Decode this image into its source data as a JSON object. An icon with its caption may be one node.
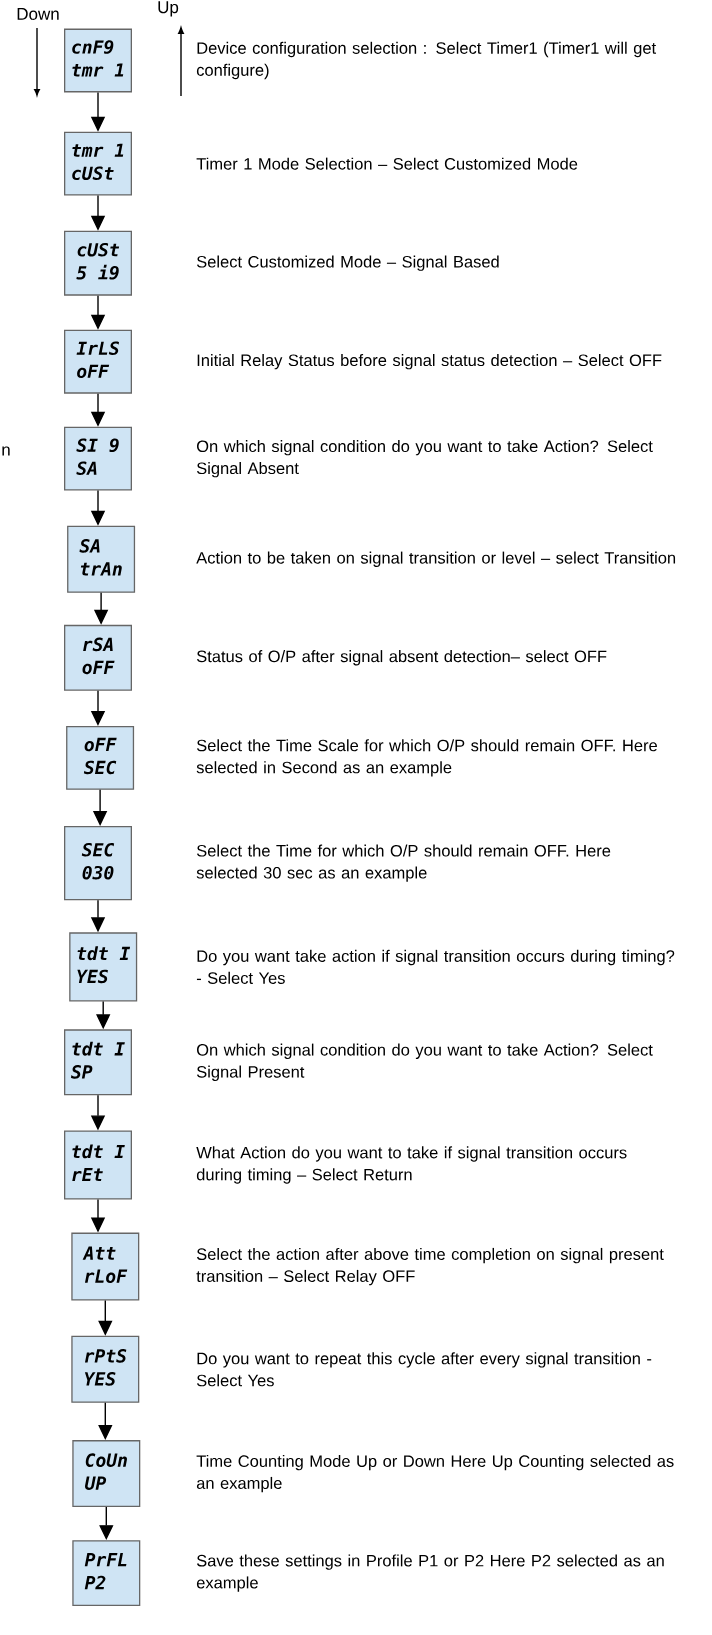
{
  "diagram": {
    "nodes": [
      {
        "text": [
          "cnF9",
          "tmr 1"
        ],
        "beside": [
          "Device configuration selection : Select Timer1 (Timer1 will get configure)"
        ]
      },
      {
        "text": [
          "tmr 1",
          "cUSt"
        ],
        "beside": [
          "Timer 1 Mode Selection – Select Customized Mode"
        ]
      },
      {
        "text": [
          "cUSt",
          "5 i9"
        ],
        "beside": [
          "Select Customized Mode – Signal Based"
        ]
      },
      {
        "text": [
          "IrLS",
          "oFF"
        ],
        "beside": [
          "Initial Relay Status before signal status detection – Select OFF"
        ]
      },
      {
        "text": [
          "SI 9",
          "SA"
        ],
        "beside": [
          "On which signal condition do you want to take Action? Select Signal Absent"
        ]
      },
      {
        "text": [
          "SA",
          "trAn"
        ],
        "beside": [
          "Action to be taken on signal transition or level – select Transition"
        ]
      },
      {
        "text": [
          "rSA",
          "oFF"
        ],
        "beside": [
          "Status of O/P after signal absent detection– select OFF"
        ]
      },
      {
        "text": [
          "oFF",
          "SEC"
        ],
        "beside": [
          "Select the Time Scale for which O/P should remain OFF. Here selected in Second as an example"
        ]
      },
      {
        "text": [
          "SEC",
          "030"
        ],
        "beside": [
          "Select the Time for which O/P should remain OFF. Here selected 30 sec as an example"
        ]
      },
      {
        "text": [
          "tdt I",
          "YES"
        ],
        "beside": [
          "Do you want take action if signal transition occurs during timing? - Select Yes"
        ]
      },
      {
        "text": [
          "tdt I",
          "SP"
        ],
        "beside": [
          "On which signal condition do you want to take Action? Select Signal Present"
        ]
      },
      {
        "text": [
          "tdt I",
          "rEt"
        ],
        "beside": [
          "What Action do you want to take if signal transition occurs during timing – Select Return"
        ]
      },
      {
        "text": [
          "Att",
          "rLoF"
        ],
        "beside": [
          "Select the action after above time completion on signal present transition – Select Relay OFF"
        ]
      },
      {
        "text": [
          "rPtS",
          "YES"
        ],
        "beside": [
          "Do you want to repeat this cycle after every signal transition - Select Yes"
        ]
      },
      {
        "text": [
          "CoUn",
          "UP"
        ],
        "beside": [
          "Time Counting Mode Up or Down Here Up Counting selected as an example"
        ]
      },
      {
        "text": [
          "PrFL",
          "P2"
        ],
        "beside": [
          "Save these settings in Profile P1 or P2 Here P2 selected as an example"
        ]
      }
    ],
    "edges": [
      {
        "from": 0,
        "to": 1,
        "arrow": "to"
      },
      {
        "from": 1,
        "to": 2,
        "arrow": "to"
      },
      {
        "from": 2,
        "to": 3,
        "arrow": "to"
      },
      {
        "from": 3,
        "to": 4,
        "arrow": "to"
      },
      {
        "from": 4,
        "to": 5,
        "arrow": "to"
      },
      {
        "from": 5,
        "to": 6,
        "arrow": "to"
      },
      {
        "from": 6,
        "to": 7,
        "arrow": "to"
      },
      {
        "from": 7,
        "to": 8,
        "arrow": "to"
      },
      {
        "from": 8,
        "to": 9,
        "arrow": "to"
      },
      {
        "from": 9,
        "to": 10,
        "arrow": "to"
      },
      {
        "from": 10,
        "to": 11,
        "arrow": "to"
      },
      {
        "from": 11,
        "to": 12,
        "arrow": "to"
      },
      {
        "from": 12,
        "to": 13,
        "arrow": "to"
      },
      {
        "from": 13,
        "to": 14,
        "arrow": "to"
      },
      {
        "from": 14,
        "to": 15,
        "arrow": "to"
      }
    ],
    "labels": [
      "Down",
      "Up",
      "n"
    ]
  }
}
